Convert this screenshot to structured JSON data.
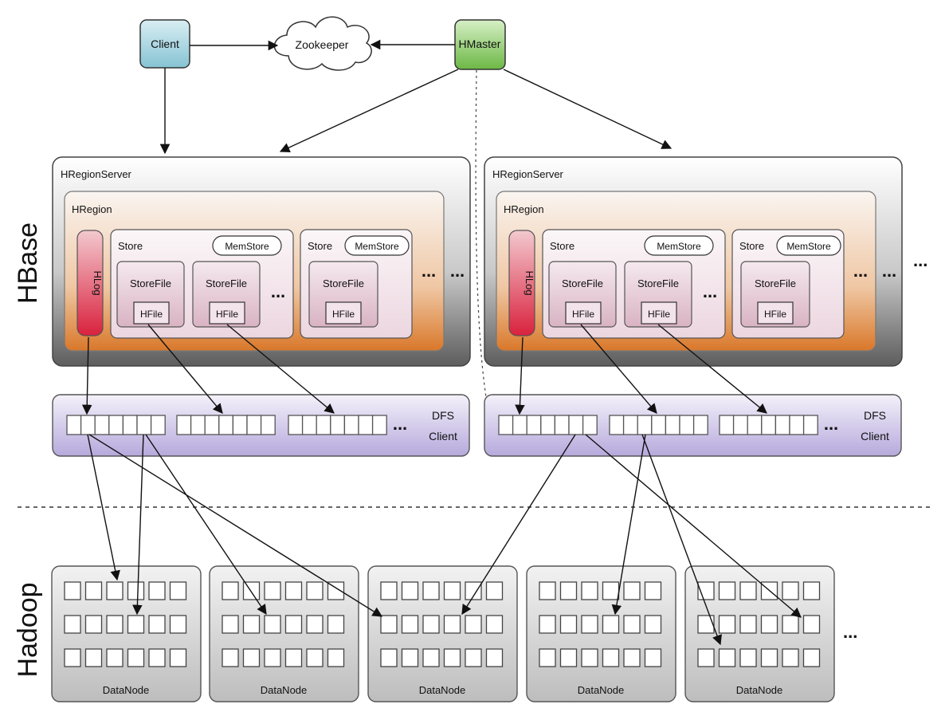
{
  "labels": {
    "client": "Client",
    "zookeeper": "Zookeeper",
    "hmaster": "HMaster",
    "hbase": "HBase",
    "hadoop": "Hadoop",
    "hregionserver": "HRegionServer",
    "hregion": "HRegion",
    "hlog": "HLog",
    "store": "Store",
    "memstore": "MemStore",
    "storefile": "StoreFile",
    "hfile": "HFile",
    "dfs": "DFS",
    "dfs_client": "Client",
    "datanode": "DataNode",
    "ellipsis": "..."
  },
  "colors": {
    "client": "#9fd3e0",
    "hmaster": "#8fcc6c",
    "server": "#6d6d6d",
    "region_top": "#f8f1ec",
    "region_bottom": "#d9782a",
    "hlog": "#e0304a",
    "store_fill": "#f6e9ef",
    "storefile_fill": "#ead3dd",
    "dfs_fill": "#cbc2e6",
    "datanode_fill": "#d2d2d2"
  }
}
